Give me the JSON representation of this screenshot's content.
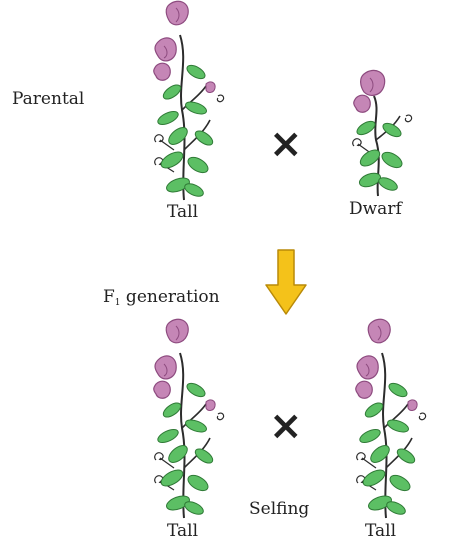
{
  "rows": {
    "parental": {
      "label": "Parental",
      "left_plant": "Tall",
      "right_plant": "Dwarf",
      "cross_symbol": "×"
    },
    "f1": {
      "label_prefix": "F",
      "label_subscript": "1",
      "label_suffix": " generation",
      "left_plant": "Tall",
      "right_plant": "Tall",
      "cross_symbol": "×",
      "cross_note": "Selfing"
    }
  },
  "colors": {
    "flower": "#c586b6",
    "flower_dark": "#8d4b7f",
    "leaf": "#5cbf64",
    "leaf_dark": "#2f7a36",
    "stem": "#2c2c2c",
    "arrow": "#f4c21a",
    "arrow_outline": "#b98a08",
    "text": "#222222"
  },
  "icons": [
    "pea-plant-tall-icon",
    "pea-plant-dwarf-icon",
    "cross-icon",
    "down-arrow-icon"
  ]
}
